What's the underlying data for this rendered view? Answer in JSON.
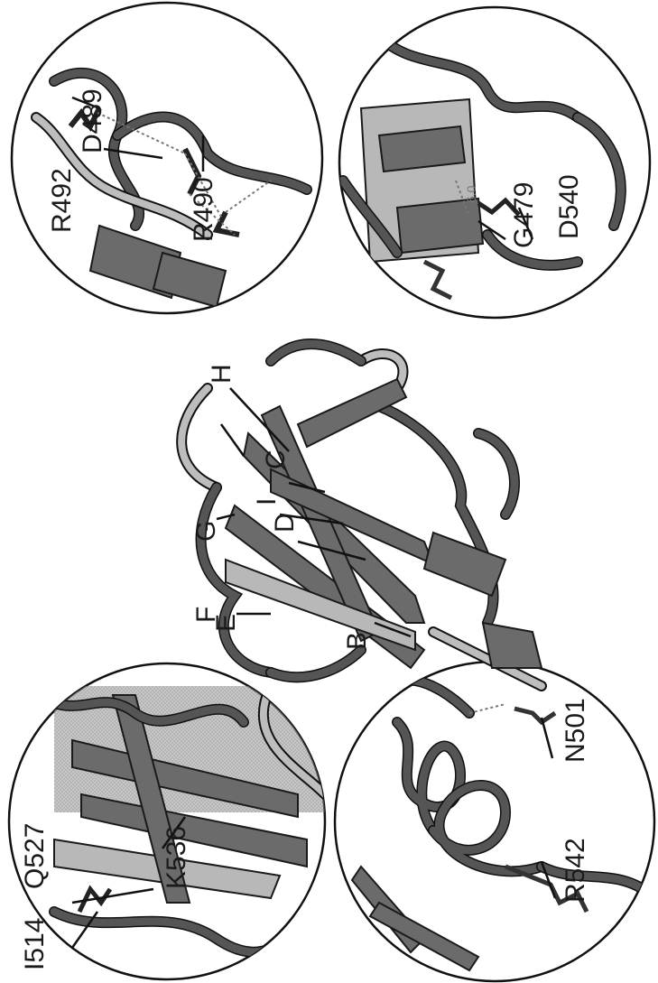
{
  "panels": {
    "top_left": {
      "labels": [
        "I514",
        "Q527",
        "K536"
      ]
    },
    "bottom_left": {
      "labels": [
        "R542",
        "N501"
      ]
    },
    "center": {
      "labels": [
        "F",
        "G",
        "E",
        "H",
        "C",
        "I",
        "D",
        "B"
      ]
    },
    "top_right": {
      "labels": [
        "R492",
        "D489",
        "R490"
      ]
    },
    "bottom_right": {
      "labels": [
        "G479",
        "D540",
        "6.0"
      ]
    }
  }
}
